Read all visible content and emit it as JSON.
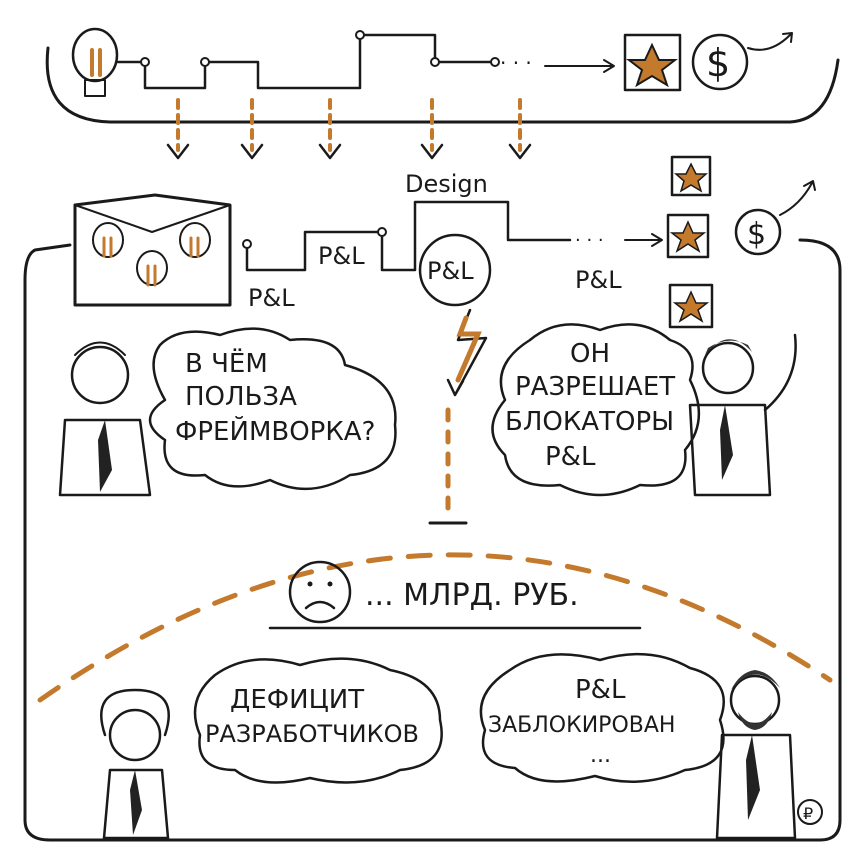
{
  "labels": {
    "design": "Design",
    "pl_small_left": "P&L",
    "pl_small_mid": "P&L",
    "pl_circle": "P&L",
    "pl_right": "P&L",
    "bubble_left": [
      "В ЧЁМ",
      "ПОЛЬЗА",
      "ФРЕЙМВОРКА?"
    ],
    "bubble_right": [
      "ОН",
      "РАЗРЕШАЕТ",
      "БЛОКАТОРЫ",
      "P&L"
    ],
    "loss": "... МЛРД. РУБ.",
    "bubble_bottom_left": [
      "ДЕФИЦИТ",
      "РАЗРАБОТЧИКОВ"
    ],
    "bubble_bottom_right": [
      "P&L",
      "ЗАБЛОКИРОВАН",
      "..."
    ],
    "dots": "· · ·",
    "ruble": "₽"
  },
  "icons": [
    "lightbulb-icon",
    "star-box-icon",
    "dollar-coin-icon",
    "sad-face-icon",
    "ruble-icon"
  ],
  "colors": {
    "ink": "#1a1a1a",
    "accent": "#c47a2c",
    "paper": "#ffffff"
  }
}
